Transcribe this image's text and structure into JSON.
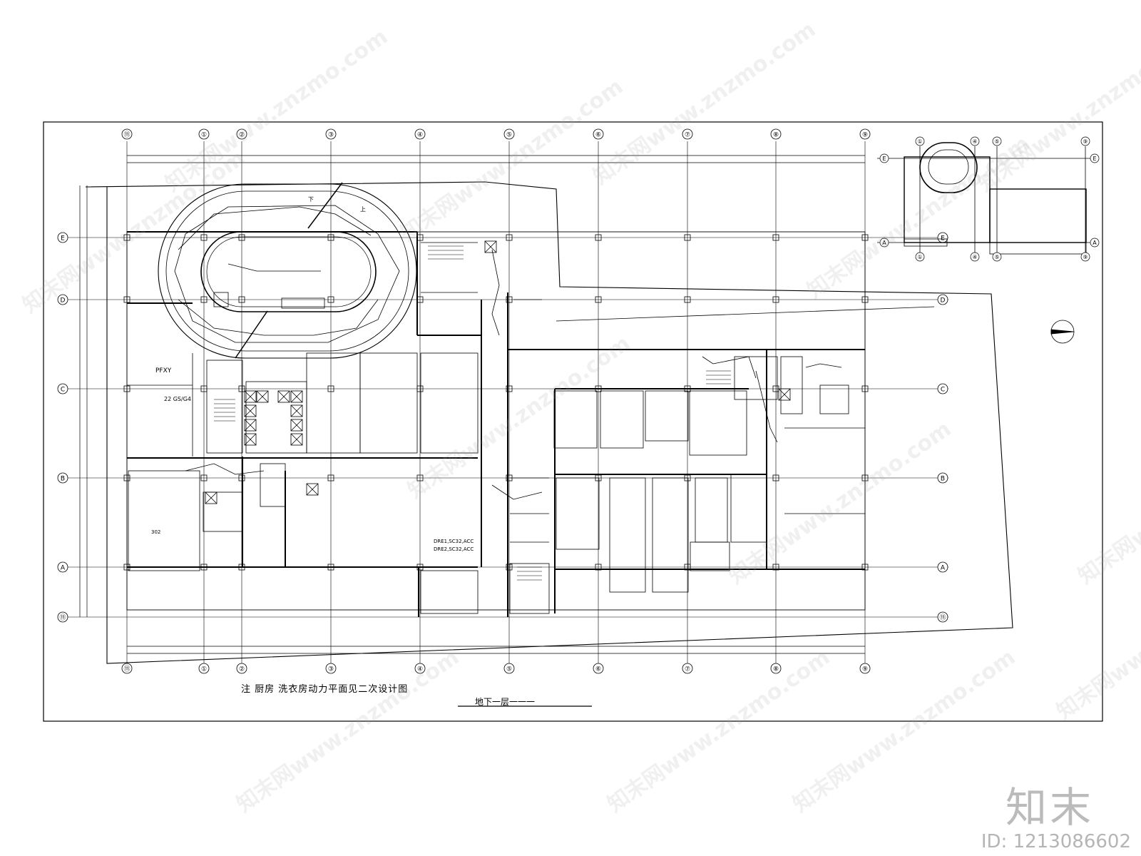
{
  "drawing": {
    "note": "注  厨房  洗衣房动力平面见二次设计图",
    "plan_title": "地下一层一一一",
    "col_axes": [
      "⑪",
      "①",
      "②",
      "③",
      "④",
      "⑤",
      "⑥",
      "⑦",
      "⑧",
      "⑨"
    ],
    "row_axes": [
      "E",
      "D",
      "C",
      "B",
      "A",
      "⑪"
    ],
    "labels": {
      "pfxy": "PFXY",
      "panel_22": "22  GS/G4",
      "dre1": "DRE1,SC32,ACC",
      "dre2": "DRE2,SC32,ACC",
      "num_302": "302",
      "stair_up": "上",
      "stair_down": "下"
    },
    "key_plan": {
      "axes_top": [
        "①",
        "④",
        "⑤",
        "⑨"
      ],
      "axes_bottom": [
        "①",
        "④",
        "⑤",
        "⑨"
      ],
      "rows": [
        "E",
        "A"
      ]
    }
  },
  "watermark": {
    "text": "知末网www.znzmo.com",
    "brand": "知末",
    "image_id": "ID: 1213086602"
  }
}
